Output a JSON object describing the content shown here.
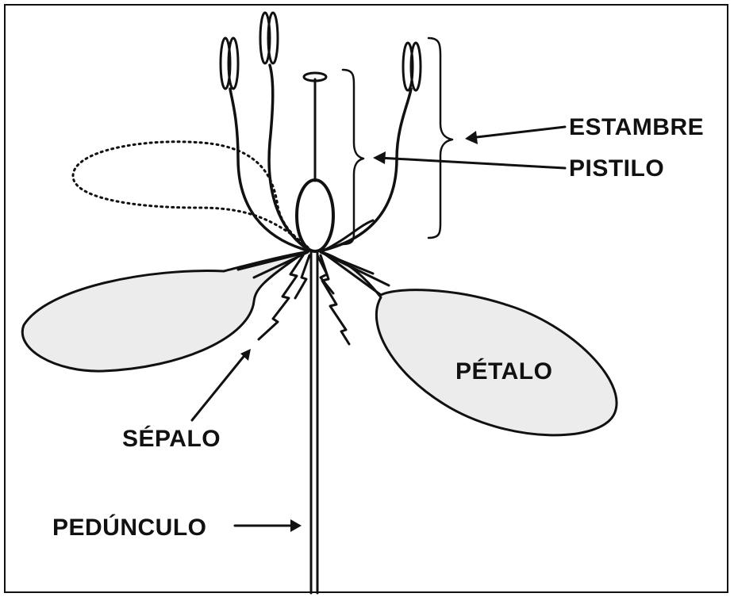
{
  "labels": {
    "estambre": "ESTAMBRE",
    "pistilo": "PISTILO",
    "petalo": "PÉTALO",
    "sepalo": "SÉPALO",
    "pedunculo": "PEDÚNCULO"
  },
  "colors": {
    "line": "#111111",
    "petal_fill": "#ececec",
    "background": "#ffffff"
  }
}
